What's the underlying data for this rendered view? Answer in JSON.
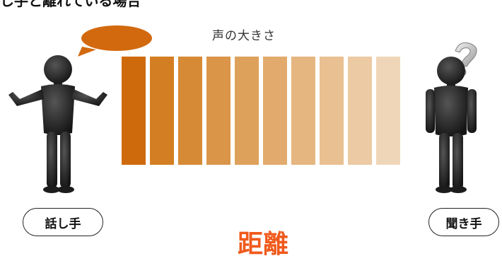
{
  "heading": "し手と離れている場合",
  "caption": "声の大きさ",
  "speaker_label": "話し手",
  "listener_label": "聞き手",
  "distance_label": "距離",
  "icons": {
    "speaker": "standing-person-shrug-icon",
    "listener": "standing-person-icon",
    "bubble": "speech-bubble-icon",
    "question": "question-mark-icon"
  },
  "colors": {
    "bubble": "#d2690f",
    "distance_text": "#f05a1c",
    "figure": "#2a2a2a",
    "bars": [
      "#cf6a0c",
      "#d37e22",
      "#d68a36",
      "#da9549",
      "#dea15b",
      "#e2ab6d",
      "#e5b67f",
      "#e9c092",
      "#eccaa4",
      "#f0d6b8"
    ]
  }
}
